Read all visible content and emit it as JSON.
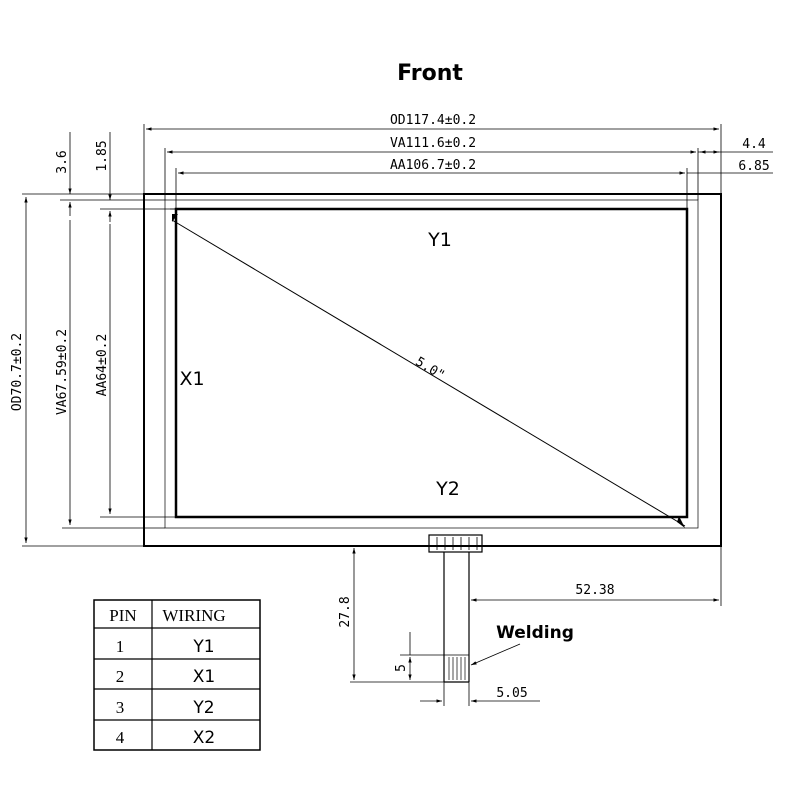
{
  "title": "Front",
  "dims": {
    "od_width": "OD117.4±0.2",
    "va_width": "VA111.6±0.2",
    "aa_width": "AA106.7±0.2",
    "right_44": "4.4",
    "right_685": "6.85",
    "top_36": "3.6",
    "top_185": "1.85",
    "od_height": "OD70.7±0.2",
    "va_height": "VA67.59±0.2",
    "aa_height": "AA64±0.2",
    "diagonal": "5.0\"",
    "tail_offset": "52.38",
    "tail_length": "27.8",
    "weld_height": "5",
    "weld_width": "5.05"
  },
  "labels": {
    "y1": "Y1",
    "y2": "Y2",
    "x1": "X1",
    "welding": "Welding"
  },
  "pin_table": {
    "headers": [
      "PIN",
      "WIRING"
    ],
    "rows": [
      {
        "pin": "1",
        "wiring": "Y1"
      },
      {
        "pin": "2",
        "wiring": "X1"
      },
      {
        "pin": "3",
        "wiring": "Y2"
      },
      {
        "pin": "4",
        "wiring": "X2"
      }
    ]
  }
}
